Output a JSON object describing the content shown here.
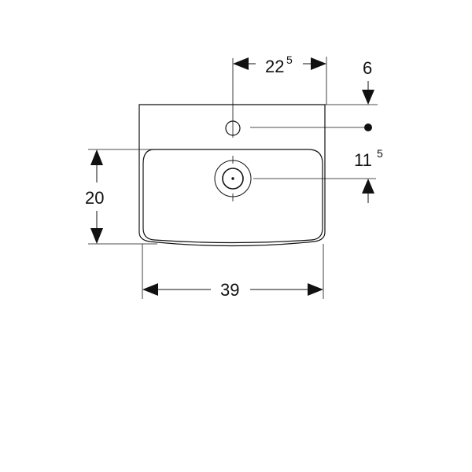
{
  "dimensions": {
    "tap_hole_offset": {
      "value": "22",
      "superscript": "5"
    },
    "rim_to_tap_hole": {
      "value": "6",
      "superscript": ""
    },
    "tap_hole_to_drain": {
      "value": "11",
      "superscript": "5"
    },
    "bowl_depth": {
      "value": "20",
      "superscript": ""
    },
    "overall_width": {
      "value": "39",
      "superscript": ""
    }
  },
  "colors": {
    "line": "#111111",
    "background": "#ffffff"
  }
}
